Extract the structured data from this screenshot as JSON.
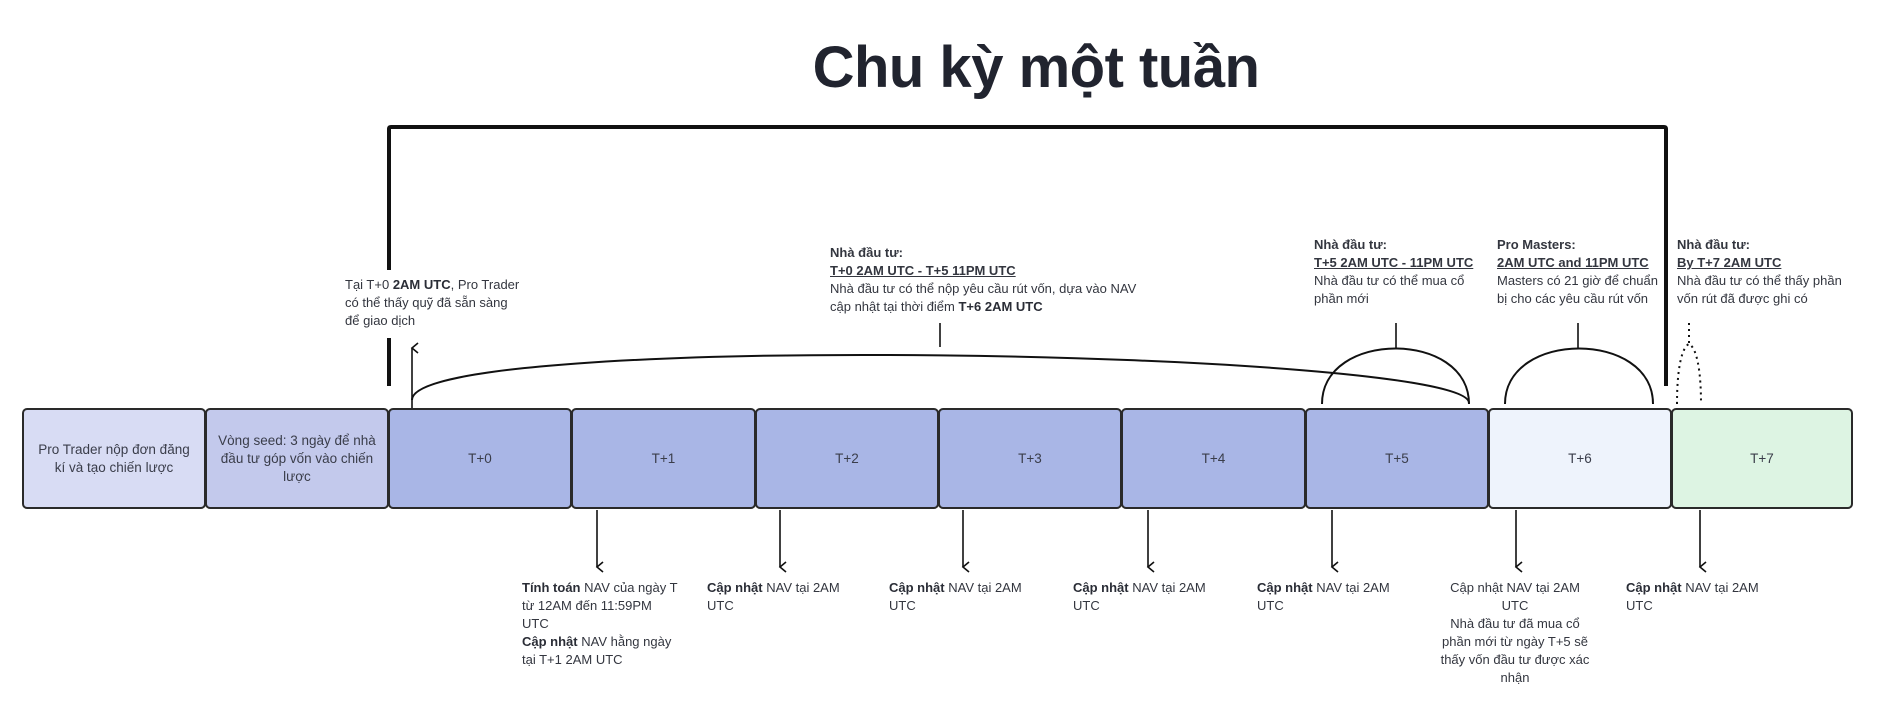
{
  "title": "Chu kỳ một tuần",
  "colors": {
    "pre1": "#d8dcf4",
    "pre2": "#c3c9ec",
    "day": "#a9b6e6",
    "t6": "#eef3fc",
    "t7": "#ddf4e3",
    "line": "#111111"
  },
  "boxes": [
    {
      "label": "Pro Trader nộp đơn đăng kí và tạo chiến lược"
    },
    {
      "label": "Vòng seed: 3 ngày để nhà đầu tư góp vốn vào chiến lược"
    },
    {
      "label": "T+0"
    },
    {
      "label": "T+1"
    },
    {
      "label": "T+2"
    },
    {
      "label": "T+3"
    },
    {
      "label": "T+4"
    },
    {
      "label": "T+5"
    },
    {
      "label": "T+6"
    },
    {
      "label": "T+7"
    }
  ],
  "top_notes": {
    "t0": {
      "pre": "Tại T+0 ",
      "bold": "2AM UTC",
      "post": ", Pro Trader có thể thấy quỹ đã sẵn sàng để giao dịch"
    },
    "withdraw": {
      "heading": "Nhà đầu tư:",
      "window": "T+0 2AM UTC - T+5 11PM UTC",
      "body": "Nhà đầu tư có thể nộp yêu cầu rút vốn, dựa vào NAV cập nhật tại thời điểm ",
      "bold": "T+6 2AM UTC"
    },
    "buy": {
      "heading": "Nhà đầu tư:",
      "window": "T+5 2AM UTC - 11PM UTC",
      "body": "Nhà đầu tư có thể mua cổ phần mới"
    },
    "masters": {
      "heading": "Pro Masters:",
      "window": "2AM UTC and 11PM UTC",
      "body": "Masters có 21 giờ để chuẩn bị cho các yêu cầu rút vốn"
    },
    "credited": {
      "heading": "Nhà đầu tư:",
      "window": "By T+7 2AM UTC",
      "body": "Nhà đầu tư có thể thấy phần vốn rút đã được ghi có"
    }
  },
  "bottom_notes": {
    "t1": {
      "b1": "Tính toán",
      "t1": " NAV của ngày T từ 12AM đến 11:59PM UTC",
      "b2": "Cập nhật",
      "t2": " NAV hằng ngày tại T+1 2AM UTC"
    },
    "t2": {
      "b": "Cập nhật",
      "t": " NAV tại 2AM UTC"
    },
    "t3": {
      "b": "Cập nhật",
      "t": " NAV tại 2AM UTC"
    },
    "t4": {
      "b": "Cập nhật",
      "t": " NAV tại 2AM UTC"
    },
    "t5": {
      "b": "Cập nhật",
      "t": " NAV tại 2AM UTC"
    },
    "t6": {
      "line1": "Cập nhật NAV tại 2AM UTC",
      "line2": "Nhà đầu tư đã mua cổ phần mới từ ngày T+5 sẽ thấy vốn đầu tư được xác nhận"
    },
    "t7": {
      "b": "Cập nhật",
      "t": " NAV tại 2AM UTC"
    }
  }
}
